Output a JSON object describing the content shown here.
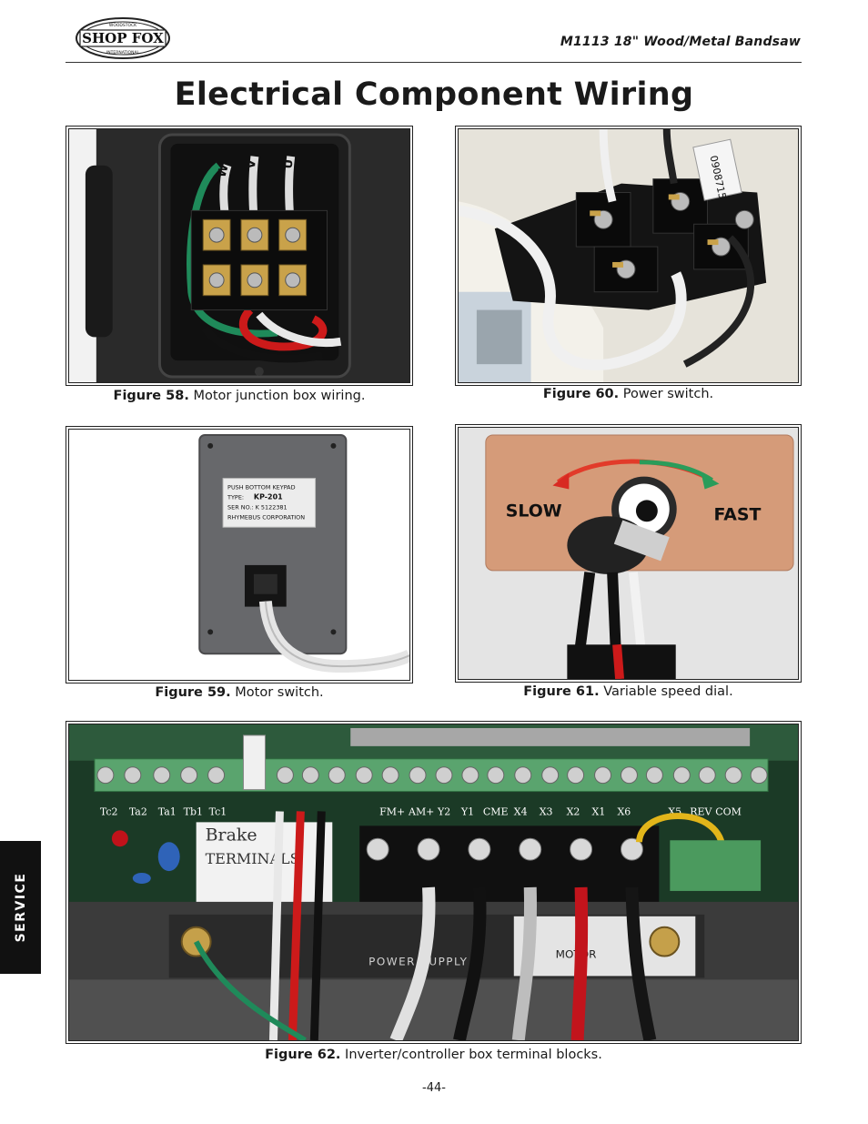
{
  "header": {
    "logo_text": "SHOP FOX",
    "logo_small_top": "WOODSTOCK",
    "logo_small_bottom": "INTERNATIONAL",
    "document_title": "M1113 18\" Wood/Metal Bandsaw"
  },
  "page_heading": "Electrical Component Wiring",
  "figures": [
    {
      "label": "Figure 58.",
      "caption": "Motor junction box wiring.",
      "photo_labels": [
        "W",
        "V",
        "U"
      ]
    },
    {
      "label": "Figure 60.",
      "caption": "Power switch.",
      "photo_labels": [
        "0908715"
      ]
    },
    {
      "label": "Figure 59.",
      "caption": "Motor switch.",
      "photo_labels": [
        "PUSH BOTTOM KEYPAD",
        "TYPE:",
        "KP-201",
        "SER NO.: K 5122381",
        "RHYMEBUS CORPORATION"
      ]
    },
    {
      "label": "Figure 61.",
      "caption": "Variable speed dial.",
      "photo_labels": [
        "SLOW",
        "FAST"
      ]
    },
    {
      "label": "Figure 62.",
      "caption": "Inverter/controller box terminal blocks.",
      "photo_labels": [
        "Tc2",
        "Ta2",
        "Ta1",
        "Tb1",
        "Tc1",
        "FM+",
        "AM+",
        "Y2",
        "Y1",
        "CME",
        "X4",
        "X3",
        "X2",
        "X1",
        "X6",
        "X5",
        "REV",
        "COM",
        "Brake",
        "TERMINALS",
        "POWER SUPPLY",
        "MOTOR"
      ]
    }
  ],
  "side_tab": "SERVICE",
  "page_number": "-44-"
}
